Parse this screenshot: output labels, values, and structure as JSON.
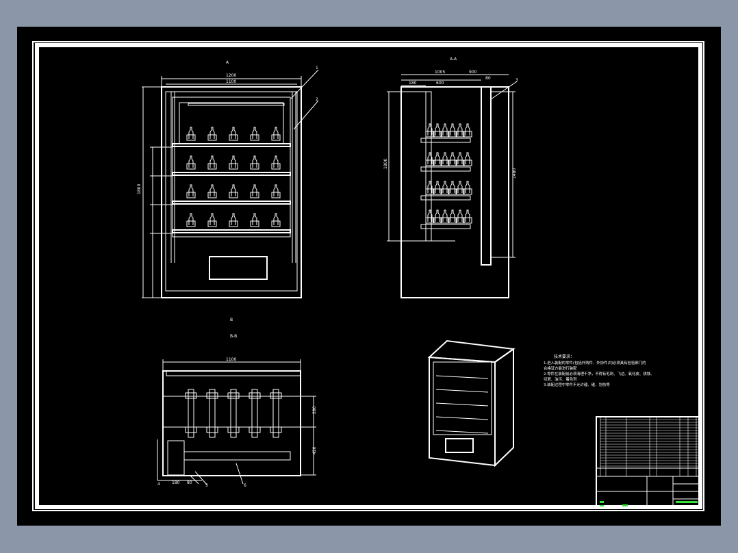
{
  "drawing": {
    "colors": {
      "background": "#000000",
      "line": "#ffffff",
      "highlight": "#35e23a",
      "frame": "#8b97a8"
    },
    "front_view": {
      "section_mark": "A",
      "dims": {
        "overall_width": "1200",
        "inner_width": "1100",
        "height": "1800"
      },
      "leaders": [
        "1",
        "2"
      ]
    },
    "side_view": {
      "section_mark": "A-A",
      "dims": {
        "depth_outer": "1005",
        "depth_inner": "900",
        "panel": "80",
        "left": "180",
        "mid": "600",
        "height": "1800",
        "column_height": "1480"
      },
      "leaders": [
        "3"
      ]
    },
    "plan_view": {
      "section_mark": "B",
      "sub_label": "B-B",
      "dims": {
        "width": "1100",
        "right_1": "280",
        "right_2": "420",
        "bottom_1": "180",
        "bottom_2": "80"
      },
      "leaders": [
        "4",
        "5",
        "6"
      ]
    },
    "tech_notes": {
      "title": "技术要求：",
      "lines": [
        "1.进入装配的零件(包括外购件、外协件)均必须具有检验部门的",
        "合格证方能进行装配",
        "2.零件在装配前必须清理干净，不得有毛刺、飞边、氧化皮、锈蚀、",
        "切屑、油污、着色剂",
        "3.装配过程中零件不允许磕、碰、划伤等"
      ]
    }
  }
}
